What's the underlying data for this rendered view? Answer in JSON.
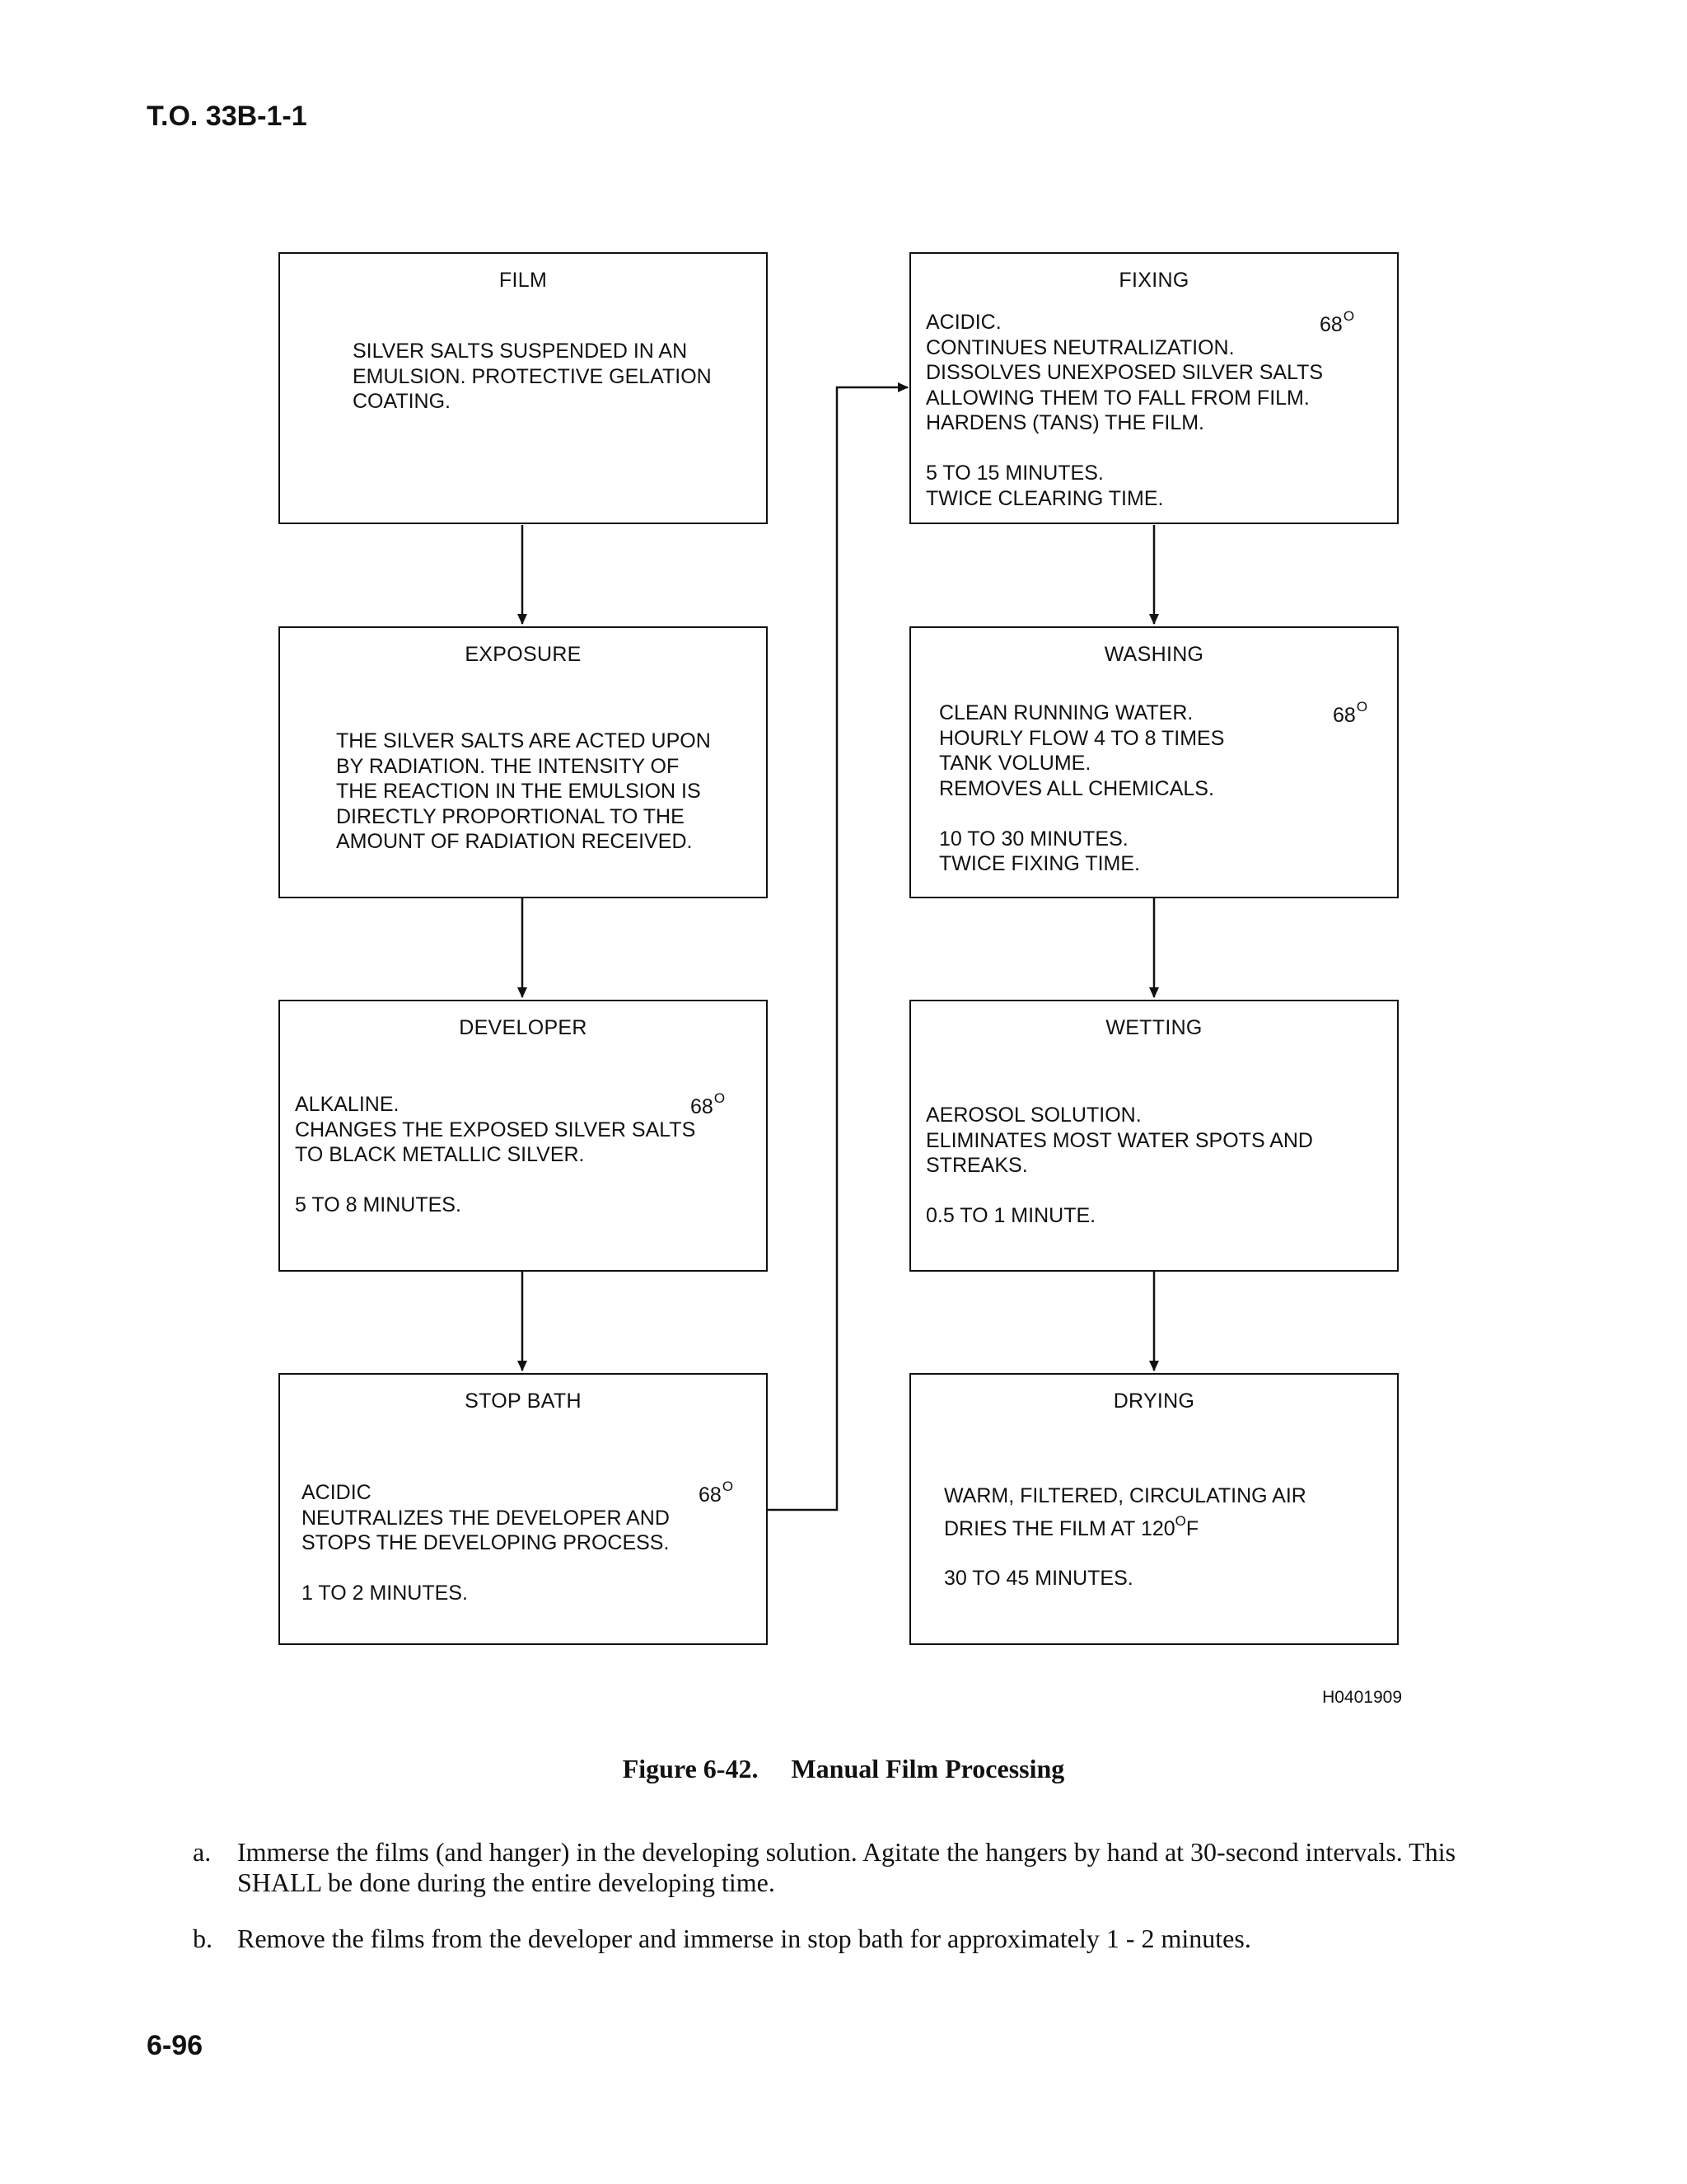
{
  "header": {
    "doc_id": "T.O. 33B-1-1"
  },
  "footer": {
    "page_number": "6-96"
  },
  "figure": {
    "code": "H0401909",
    "caption_number": "Figure 6-42.",
    "caption_title": "Manual Film Processing",
    "boxes": {
      "film": {
        "title": "FILM",
        "body": "SILVER SALTS SUSPENDED IN AN\nEMULSION.  PROTECTIVE GELATION\nCOATING."
      },
      "exposure": {
        "title": "EXPOSURE",
        "body": "THE SILVER SALTS ARE ACTED UPON\nBY RADIATION.  THE INTENSITY OF\nTHE REACTION IN THE EMULSION IS\nDIRECTLY PROPORTIONAL TO THE\nAMOUNT OF RADIATION RECEIVED."
      },
      "developer": {
        "title": "DEVELOPER",
        "temp": "68",
        "temp_unit": "O",
        "body": "ALKALINE.\nCHANGES THE EXPOSED SILVER SALTS\nTO BLACK METALLIC SILVER.\n\n5 TO 8 MINUTES."
      },
      "stop_bath": {
        "title": "STOP BATH",
        "temp": "68",
        "temp_unit": "O",
        "body": "ACIDIC\nNEUTRALIZES THE DEVELOPER AND\nSTOPS THE DEVELOPING PROCESS.\n\n1 TO 2 MINUTES."
      },
      "fixing": {
        "title": "FIXING",
        "temp": "68",
        "temp_unit": "O",
        "body": "ACIDIC.\nCONTINUES NEUTRALIZATION.\nDISSOLVES UNEXPOSED SILVER SALTS\nALLOWING THEM TO FALL FROM FILM.\nHARDENS (TANS) THE FILM.\n\n5 TO 15 MINUTES.\nTWICE CLEARING TIME."
      },
      "washing": {
        "title": "WASHING",
        "temp": "68",
        "temp_unit": "O",
        "body": "CLEAN RUNNING WATER.\nHOURLY FLOW 4 TO 8 TIMES\nTANK VOLUME.\nREMOVES ALL CHEMICALS.\n\n10 TO 30 MINUTES.\nTWICE FIXING TIME."
      },
      "wetting": {
        "title": "WETTING",
        "body": "AEROSOL SOLUTION.\nELIMINATES MOST WATER SPOTS AND\nSTREAKS.\n\n0.5 TO 1 MINUTE."
      },
      "drying": {
        "title": "DRYING",
        "body_line1": "WARM, FILTERED, CIRCULATING AIR",
        "body_line2_pre": "DRIES THE FILM AT 120",
        "body_line2_sup": "O",
        "body_line2_post": "F",
        "body_rest": "30 TO 45 MINUTES."
      }
    }
  },
  "paragraphs": [
    {
      "letter": "a.",
      "text": "Immerse the films (and hanger) in the developing solution. Agitate the hangers by hand at 30-second intervals. This SHALL be done during the entire developing time."
    },
    {
      "letter": "b.",
      "text": "Remove the films from the developer and immerse in stop bath for approximately 1 - 2 minutes."
    }
  ]
}
